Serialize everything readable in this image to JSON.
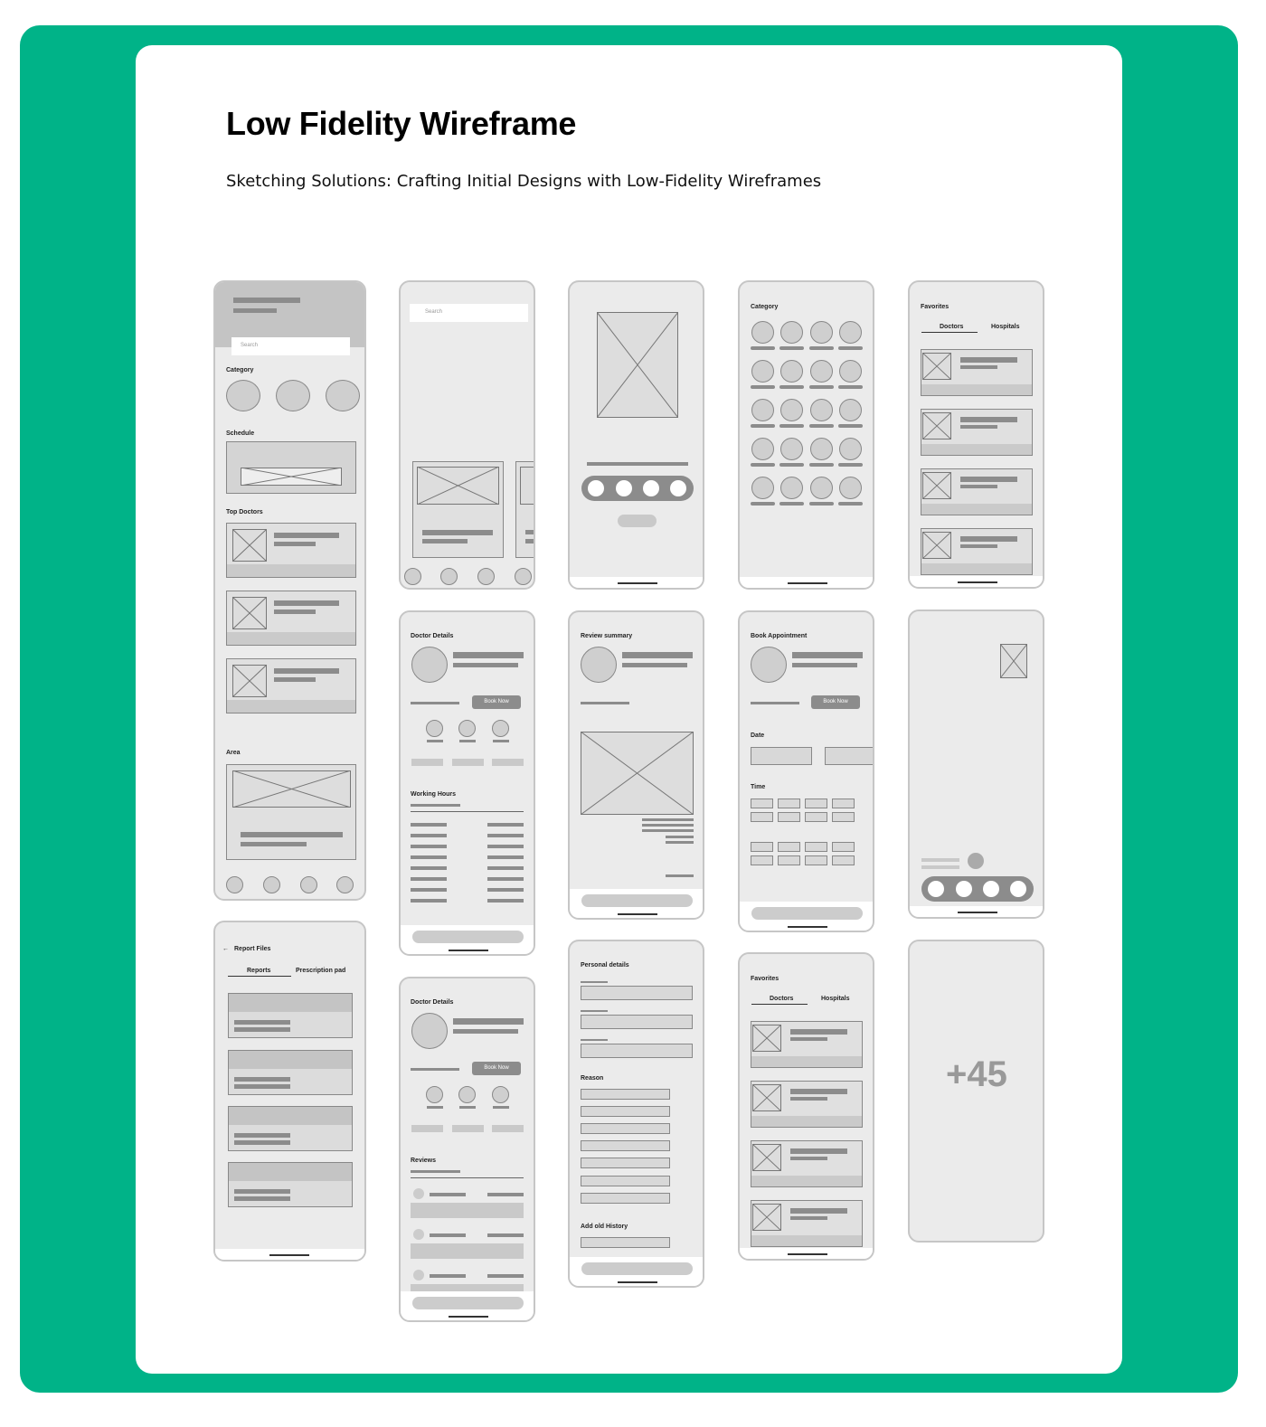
{
  "page": {
    "title": "Low Fidelity Wireframe",
    "subtitle": "Sketching Solutions: Crafting Initial Designs with Low-Fidelity Wireframes"
  },
  "colors": {
    "background": "#00b388",
    "card": "#ffffff",
    "frame": "#ebebeb",
    "placeholder": "#8c8c8c"
  },
  "screens": {
    "home": {
      "search": "Search",
      "category": "Category",
      "schedule": "Schedule",
      "top_doctors": "Top Doctors",
      "area": "Area"
    },
    "search": {
      "search": "Search"
    },
    "categories": {
      "title": "Category"
    },
    "favorites": {
      "title": "Favorites",
      "tab1": "Doctors",
      "tab2": "Hospitals"
    },
    "doctor_details": {
      "title": "Doctor Details",
      "book": "Book Now",
      "working_hours": "Working Hours"
    },
    "review_summary": {
      "title": "Review summary"
    },
    "book_appointment": {
      "title": "Book Appointment",
      "book": "Book Now",
      "date": "Date",
      "time": "Time"
    },
    "report_files": {
      "title": "Report Files",
      "tab1": "Reports",
      "tab2": "Prescription pad"
    },
    "doctor_details_reviews": {
      "title": "Doctor Details",
      "book": "Book Now",
      "reviews": "Reviews"
    },
    "personal_details": {
      "title": "Personal details",
      "reason": "Reason",
      "history": "Add old History"
    },
    "favorites2": {
      "title": "Favorites",
      "tab1": "Doctors",
      "tab2": "Hospitals"
    },
    "more": {
      "count": "+45"
    }
  }
}
